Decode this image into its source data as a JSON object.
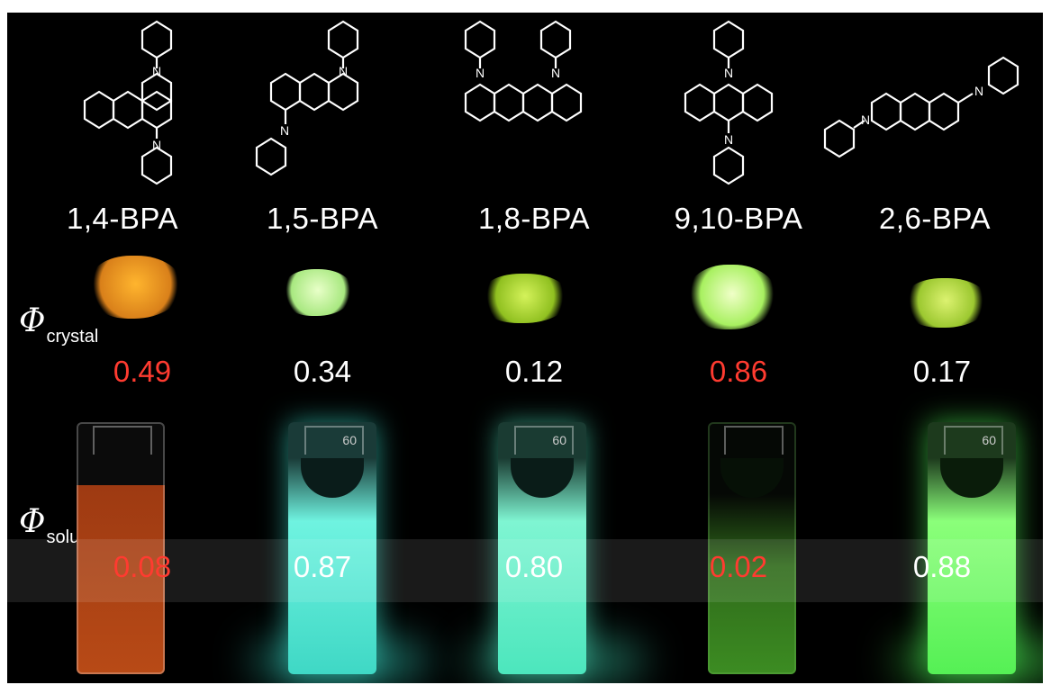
{
  "compounds": [
    {
      "label": "1,4-BPA",
      "crystal": "0.49",
      "solution": "0.08",
      "crystal_color": "#ff3b30",
      "solution_color": "#ff3b30",
      "powder_color": "#f0a020",
      "solution_glow": "#c8441c"
    },
    {
      "label": "1,5-BPA",
      "crystal": "0.34",
      "solution": "0.87",
      "crystal_color": "#ffffff",
      "solution_color": "#ffffff",
      "powder_color": "#c8f59a",
      "solution_glow": "#3ee8d2"
    },
    {
      "label": "1,8-BPA",
      "crystal": "0.12",
      "solution": "0.80",
      "crystal_color": "#ffffff",
      "solution_color": "#ffffff",
      "powder_color": "#b4e83a",
      "solution_glow": "#4ef0c8"
    },
    {
      "label": "9,10-BPA",
      "crystal": "0.86",
      "solution": "0.02",
      "crystal_color": "#ff3b30",
      "solution_color": "#ff3b30",
      "powder_color": "#c8ff80",
      "solution_glow": "#3c8c20"
    },
    {
      "label": "2,6-BPA",
      "crystal": "0.17",
      "solution": "0.88",
      "crystal_color": "#ffffff",
      "solution_color": "#ffffff",
      "powder_color": "#b8dc50",
      "solution_glow": "#5cff60"
    }
  ],
  "phi_symbol": "Φ",
  "crystal_label": "crystal",
  "solution_label": "solution",
  "cuvette_mark": "60",
  "atom_label": "N"
}
